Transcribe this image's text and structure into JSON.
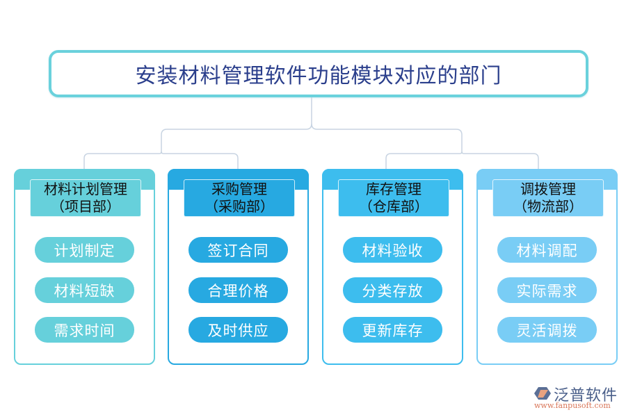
{
  "title": "安装材料管理软件功能模块对应的部门",
  "colors": {
    "title_border": "#6ad1dc",
    "title_text": "#2b3f8c",
    "connector": "#c8d4e2"
  },
  "modules": [
    {
      "name": "材料计划管理",
      "department": "（项目部）",
      "color": "#66d0db",
      "items": [
        "计划制定",
        "材料短缺",
        "需求时间"
      ]
    },
    {
      "name": "采购管理",
      "department": "（采购部）",
      "color": "#27a9e1",
      "items": [
        "签订合同",
        "合理价格",
        "及时供应"
      ]
    },
    {
      "name": "库存管理",
      "department": "（仓库部）",
      "color": "#3dbdee",
      "items": [
        "材料验收",
        "分类存放",
        "更新库存"
      ]
    },
    {
      "name": "调拨管理",
      "department": "（物流部）",
      "color": "#79cdf5",
      "items": [
        "材料调配",
        "实际需求",
        "灵活调拨"
      ]
    }
  ],
  "logo": {
    "name": "泛普软件",
    "url": "www.fanpusoft.com"
  }
}
